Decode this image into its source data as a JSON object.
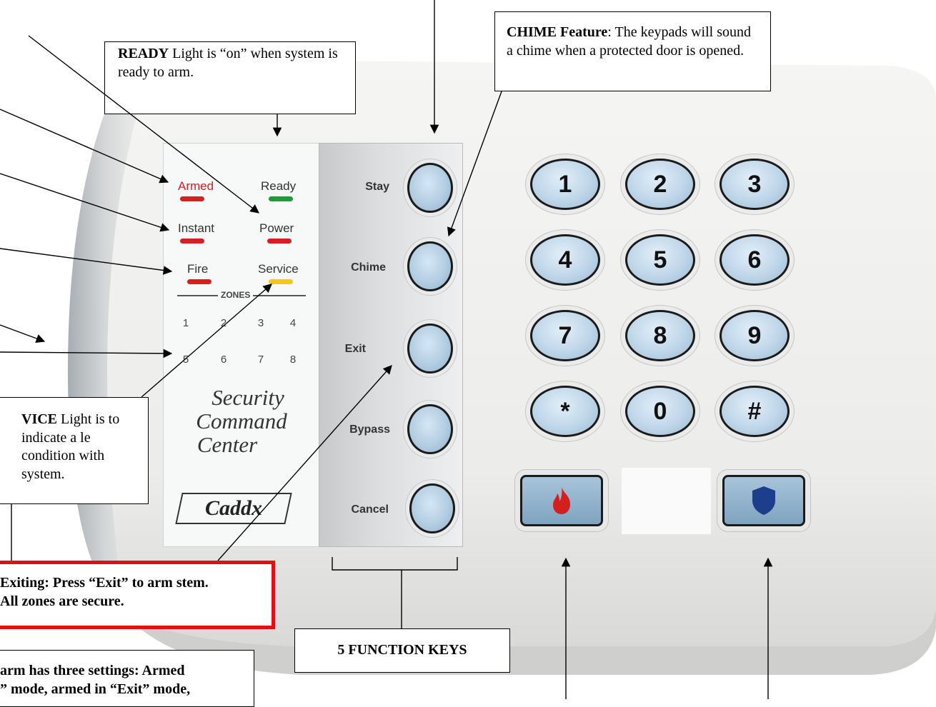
{
  "callouts": {
    "ready_bold": "READY",
    "ready_rest": " Light is “on” when system is ready to arm.",
    "chime_bold": "CHIME Feature",
    "chime_rest": ":  The keypads will sound a chime when a protected door is opened.",
    "service_bold": "VICE",
    "service_rest": " Light is to indicate a le condition with system.",
    "exit_text": "Exiting:  Press “Exit” to arm stem.  All zones are secure.",
    "function_keys": "5 FUNCTION KEYS",
    "arm_line1": "arm has three settings: Armed",
    "arm_line2": "” mode, armed in “Exit” mode,"
  },
  "panel": {
    "lights": {
      "armed": "Armed",
      "ready": "Ready",
      "instant": "Instant",
      "power": "Power",
      "fire": "Fire",
      "service": "Service"
    },
    "zones_label": "ZONES",
    "zones_row1": [
      "1",
      "2",
      "3",
      "4"
    ],
    "zones_row2": [
      "5",
      "6",
      "7",
      "8"
    ],
    "brand_line1": "Security",
    "brand_line2": "Command",
    "brand_line3": "Center",
    "logo": "Caddx"
  },
  "function_keys": [
    "Stay",
    "Chime",
    "Exit",
    "Bypass",
    "Cancel"
  ],
  "number_keys": [
    "1",
    "2",
    "3",
    "4",
    "5",
    "6",
    "7",
    "8",
    "9",
    "*",
    "0",
    "#"
  ],
  "emergency_keys": [
    "fire-icon",
    "police-shield-icon"
  ],
  "colors": {
    "led_red": "#d42020",
    "led_green": "#1c9a3c",
    "led_yellow": "#f2c81a",
    "button_blue": "#b3cde2",
    "exit_box_border": "#e01010"
  }
}
